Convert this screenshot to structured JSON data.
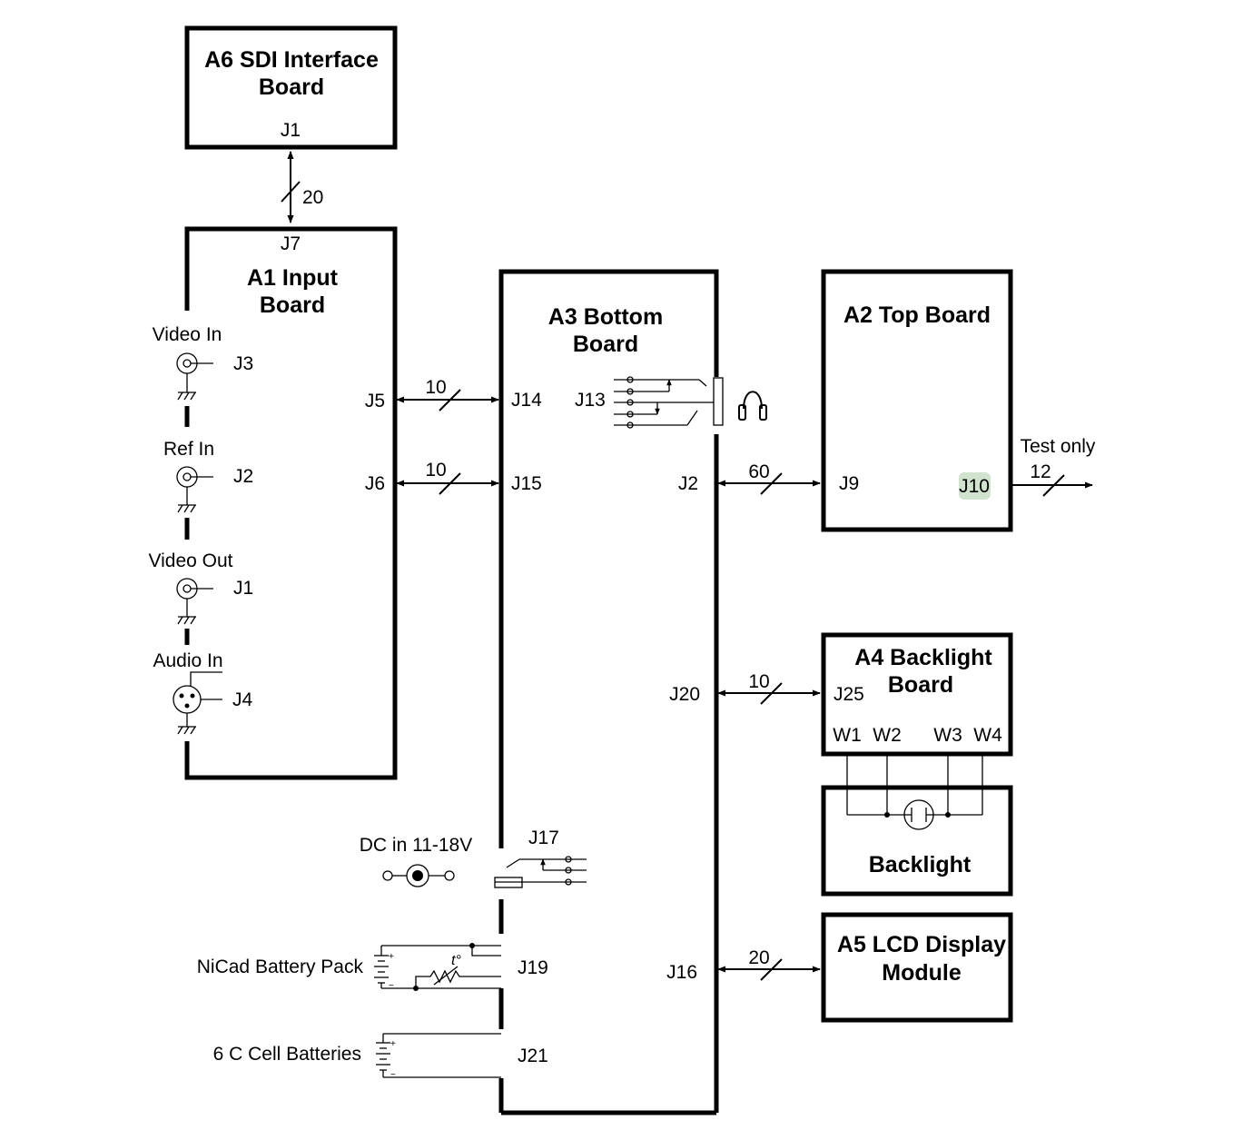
{
  "boards": {
    "a6": {
      "title_line1": "A6 SDI Interface",
      "title_line2": "Board",
      "j1": "J1"
    },
    "a1": {
      "title_line1": "A1 Input",
      "title_line2": "Board",
      "j7": "J7",
      "j5": "J5",
      "j6": "J6"
    },
    "a3": {
      "title_line1": "A3 Bottom",
      "title_line2": "Board",
      "j14": "J14",
      "j15": "J15",
      "j13": "J13",
      "j2": "J2",
      "j20": "J20",
      "j17": "J17",
      "j19": "J19",
      "j21": "J21",
      "j16": "J16"
    },
    "a2": {
      "title": "A2 Top Board",
      "j9": "J9",
      "j10": "J10"
    },
    "a4": {
      "title_line1": "A4 Backlight",
      "title_line2": "Board",
      "j25": "J25",
      "w1": "W1",
      "w2": "W2",
      "w3": "W3",
      "w4": "W4"
    },
    "backlight": {
      "title": "Backlight"
    },
    "a5": {
      "title_line1": "A5 LCD Display",
      "title_line2": "Module"
    }
  },
  "connectors": {
    "video_in": {
      "label": "Video In",
      "jack": "J3"
    },
    "ref_in": {
      "label": "Ref In",
      "jack": "J2"
    },
    "video_out": {
      "label": "Video Out",
      "jack": "J1"
    },
    "audio_in": {
      "label": "Audio In",
      "jack": "J4"
    },
    "dc_in": {
      "label": "DC in 11-18V"
    },
    "nicad": {
      "label": "NiCad Battery Pack",
      "thermistor": "t°"
    },
    "c_cells": {
      "label": "6 C Cell Batteries"
    },
    "test_only": {
      "label": "Test only"
    }
  },
  "buses": {
    "a6_a1": "20",
    "j5_j14": "10",
    "j6_j15": "10",
    "j2_j9": "60",
    "j10_test": "12",
    "j20_j25": "10",
    "j16_a5": "20"
  },
  "colors": {
    "j10_highlight": "#cfe3cf"
  }
}
